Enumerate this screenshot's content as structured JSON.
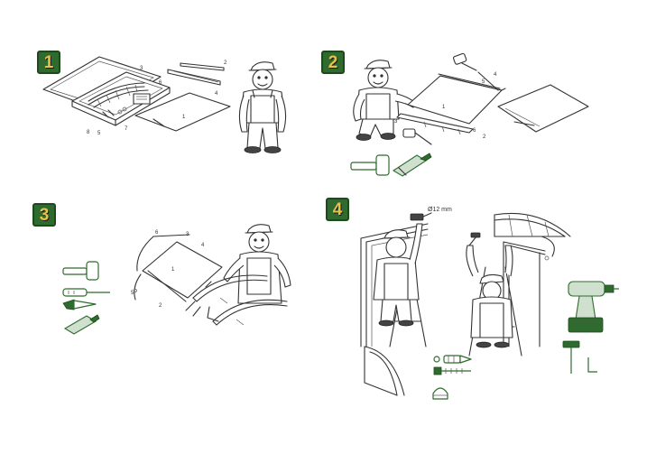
{
  "steps": [
    {
      "number": "1",
      "parts": [
        "1",
        "2",
        "3",
        "4",
        "5",
        "6",
        "7",
        "8"
      ]
    },
    {
      "number": "2",
      "parts": [
        "1",
        "2",
        "3",
        "4",
        "5",
        "6"
      ]
    },
    {
      "number": "3",
      "parts": [
        "1",
        "2",
        "3",
        "4",
        "5",
        "6"
      ]
    },
    {
      "number": "4",
      "drill_label": "Ø12 mm"
    }
  ],
  "colors": {
    "badge_bg": "#2f6b2f",
    "badge_digit": "#e8c14a",
    "tool_green": "#2f6b2f",
    "line": "#333333"
  },
  "icons": [
    "mallet-icon",
    "glue-tube-icon",
    "screwdriver-icon",
    "knife-icon",
    "cordless-drill-icon",
    "hammer-icon",
    "allen-key-icon",
    "wall-plug-icon",
    "screw-icon",
    "cap-nut-icon"
  ]
}
